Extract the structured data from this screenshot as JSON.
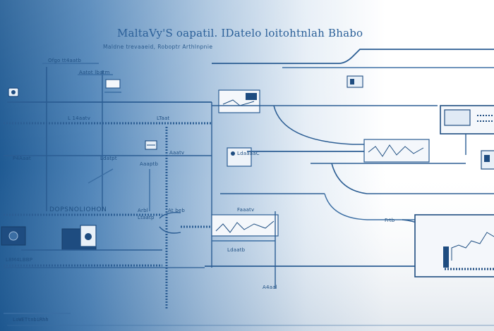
{
  "title": "MaltaVy'S oapatil. IDatelo loitohtnlah Bhabo",
  "subtitle": "Maldne trevaaeid, Roboptr Arthlnpnie",
  "labels": {
    "top_left_header": "Ofgo tt4aatb",
    "device_a": "Aatot lbatm",
    "row_left_1": "L 14aatv",
    "row_mid_1": "LTaat",
    "row_left_2": "P4Aaat",
    "row_mid_2a": "Aaatv",
    "row_mid_2b": "Aaaptb",
    "row_mid_2c": "Ldatpt",
    "section_label": "DOPSNOLIOHON",
    "sec_small_1": "Arbl",
    "sec_small_2": "At beb",
    "sec_small_3": "Ltaatp",
    "mid_small_1": "LdaaaaC",
    "mid_small_2": "Faaatv",
    "lower_left": "L8M4LBBP",
    "lower_mid": "Ldaatb",
    "far_right_small": "Frtb",
    "bottom_mid": "A4aal",
    "bottom_left": "LoWETtnbiRhh"
  },
  "colors": {
    "primary": "#2b5d93",
    "dark": "#1e4c80",
    "gradient_start": "#1f5a93",
    "gradient_end": "#ffffff"
  }
}
